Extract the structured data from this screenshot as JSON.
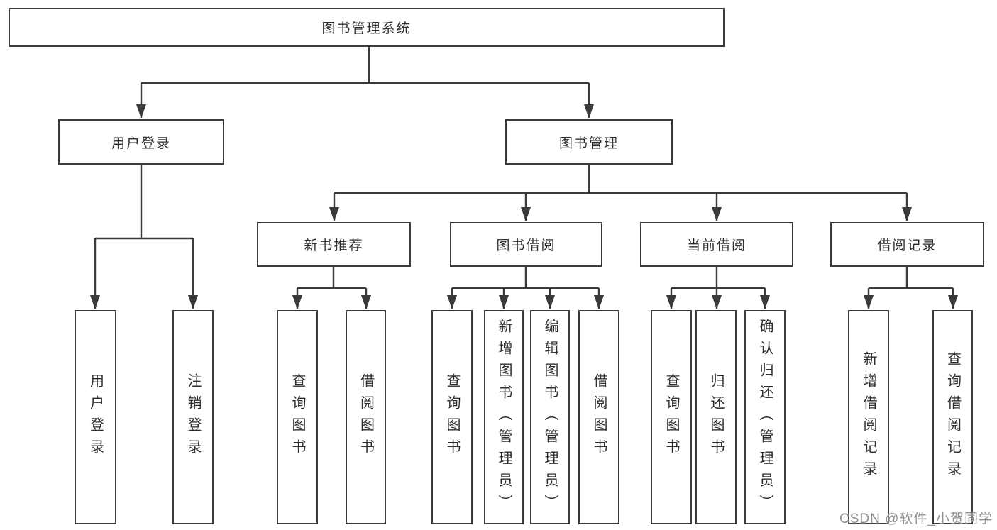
{
  "colors": {
    "line": "#3a3a3a",
    "text": "#2e2e2e",
    "background": "#ffffff",
    "watermark": "#8a8a8a"
  },
  "tree": {
    "root": {
      "label": "图书管理系统",
      "children": [
        {
          "label": "用户登录",
          "children": [
            {
              "label": "用户登录"
            },
            {
              "label": "注销登录"
            }
          ]
        },
        {
          "label": "图书管理",
          "children": [
            {
              "label": "新书推荐",
              "children": [
                {
                  "label": "查询图书"
                },
                {
                  "label": "借阅图书"
                }
              ]
            },
            {
              "label": "图书借阅",
              "children": [
                {
                  "label": "查询图书"
                },
                {
                  "label": "新增图书（管理员）"
                },
                {
                  "label": "编辑图书（管理员）"
                },
                {
                  "label": "借阅图书"
                }
              ]
            },
            {
              "label": "当前借阅",
              "children": [
                {
                  "label": "查询图书"
                },
                {
                  "label": "归还图书"
                },
                {
                  "label": "确认归还（管理员）"
                }
              ]
            },
            {
              "label": "借阅记录",
              "children": [
                {
                  "label": "新增借阅记录"
                },
                {
                  "label": "查询借阅记录"
                }
              ]
            }
          ]
        }
      ]
    }
  },
  "watermark": {
    "text": "CSDN @软件_小贺同学"
  }
}
